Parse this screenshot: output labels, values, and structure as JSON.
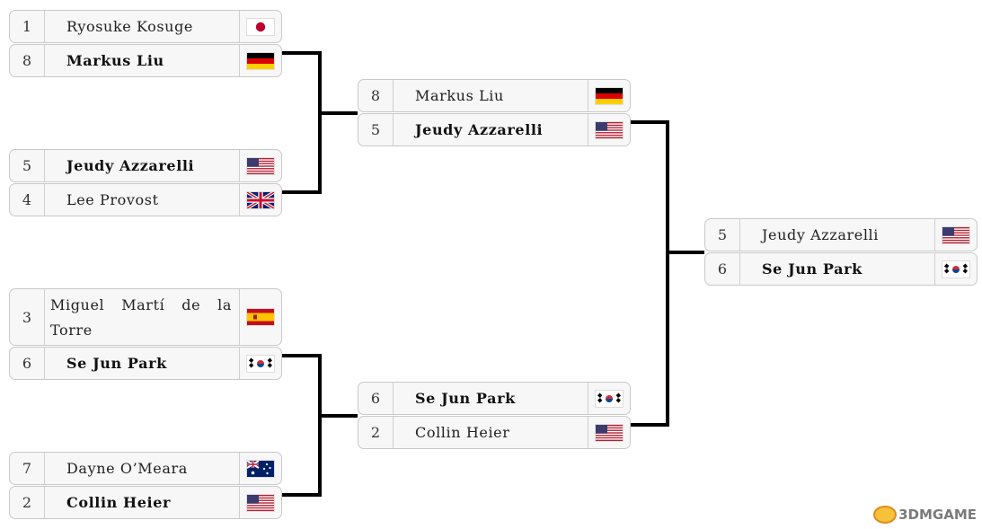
{
  "rounds": [
    {
      "matches": [
        {
          "players": [
            {
              "seed": "1",
              "name": "Ryosuke Kosuge",
              "flag": "japan-flag-icon",
              "winner": false
            },
            {
              "seed": "8",
              "name": "Markus Liu",
              "flag": "germany-flag-icon",
              "winner": true
            }
          ]
        },
        {
          "players": [
            {
              "seed": "5",
              "name": "Jeudy Azzarelli",
              "flag": "usa-flag-icon",
              "winner": true
            },
            {
              "seed": "4",
              "name": "Lee Provost",
              "flag": "uk-flag-icon",
              "winner": false
            }
          ]
        },
        {
          "players": [
            {
              "seed": "3",
              "name": "Miguel Martí de la Torre",
              "flag": "spain-flag-icon",
              "winner": false
            },
            {
              "seed": "6",
              "name": "Se Jun Park",
              "flag": "korea-flag-icon",
              "winner": true
            }
          ]
        },
        {
          "players": [
            {
              "seed": "7",
              "name": "Dayne O’Meara",
              "flag": "australia-flag-icon",
              "winner": false
            },
            {
              "seed": "2",
              "name": "Collin Heier",
              "flag": "usa-flag-icon",
              "winner": true
            }
          ]
        }
      ]
    },
    {
      "matches": [
        {
          "players": [
            {
              "seed": "8",
              "name": "Markus Liu",
              "flag": "germany-flag-icon",
              "winner": false
            },
            {
              "seed": "5",
              "name": "Jeudy Azzarelli",
              "flag": "usa-flag-icon",
              "winner": true
            }
          ]
        },
        {
          "players": [
            {
              "seed": "6",
              "name": "Se Jun Park",
              "flag": "korea-flag-icon",
              "winner": true
            },
            {
              "seed": "2",
              "name": "Collin Heier",
              "flag": "usa-flag-icon",
              "winner": false
            }
          ]
        }
      ]
    },
    {
      "matches": [
        {
          "players": [
            {
              "seed": "5",
              "name": "Jeudy Azzarelli",
              "flag": "usa-flag-icon",
              "winner": false
            },
            {
              "seed": "6",
              "name": "Se Jun Park",
              "flag": "korea-flag-icon",
              "winner": true
            }
          ]
        }
      ]
    }
  ],
  "watermark": {
    "text": "3DMGAME",
    "icon": "mascot-logo-icon"
  }
}
